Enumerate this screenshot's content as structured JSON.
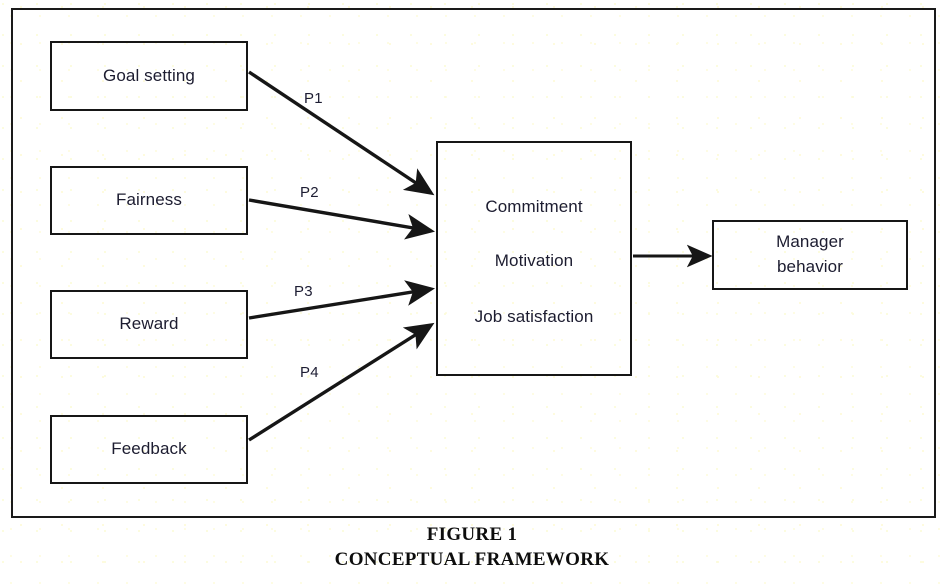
{
  "figure": {
    "caption_title": "FIGURE 1",
    "caption_subtitle": "CONCEPTUAL FRAMEWORK",
    "border_color": "#1a1a1a",
    "text_color": "#1c1c30",
    "background_color": "#ffffff"
  },
  "nodes": {
    "goal_setting": {
      "label": "Goal setting"
    },
    "fairness": {
      "label": "Fairness"
    },
    "reward": {
      "label": "Reward"
    },
    "feedback": {
      "label": "Feedback"
    },
    "outcomes": {
      "line1": "Commitment",
      "line2": "Motivation",
      "line3": "Job satisfaction"
    },
    "manager_behavior": {
      "line1": "Manager",
      "line2": "behavior"
    }
  },
  "edges": [
    {
      "id": "P1",
      "label": "P1",
      "from": "goal_setting",
      "to": "outcomes"
    },
    {
      "id": "P2",
      "label": "P2",
      "from": "fairness",
      "to": "outcomes"
    },
    {
      "id": "P3",
      "label": "P3",
      "from": "reward",
      "to": "outcomes"
    },
    {
      "id": "P4",
      "label": "P4",
      "from": "feedback",
      "to": "outcomes"
    },
    {
      "id": "outcome-to-manager",
      "label": "",
      "from": "outcomes",
      "to": "manager_behavior"
    }
  ],
  "chart_data": {
    "type": "diagram",
    "title": "CONCEPTUAL FRAMEWORK",
    "subtitle": "FIGURE 1",
    "nodes": [
      "Goal setting",
      "Fairness",
      "Reward",
      "Feedback",
      "Commitment / Motivation / Job satisfaction",
      "Manager behavior"
    ],
    "links": [
      {
        "source": "Goal setting",
        "target": "Commitment / Motivation / Job satisfaction",
        "label": "P1"
      },
      {
        "source": "Fairness",
        "target": "Commitment / Motivation / Job satisfaction",
        "label": "P2"
      },
      {
        "source": "Reward",
        "target": "Commitment / Motivation / Job satisfaction",
        "label": "P3"
      },
      {
        "source": "Feedback",
        "target": "Commitment / Motivation / Job satisfaction",
        "label": "P4"
      },
      {
        "source": "Commitment / Motivation / Job satisfaction",
        "target": "Manager behavior",
        "label": ""
      }
    ]
  }
}
